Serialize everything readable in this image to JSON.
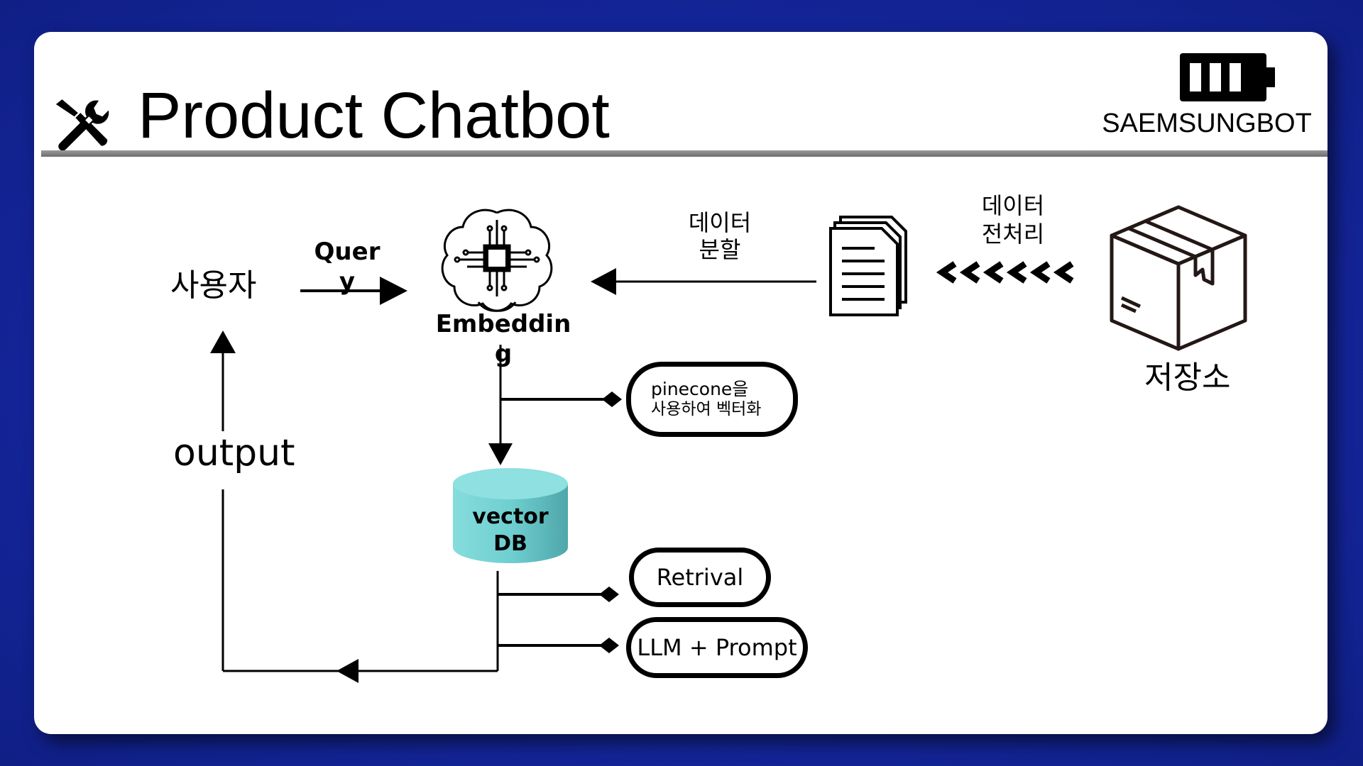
{
  "header": {
    "title": "Product Chatbot",
    "brand_name": "SAEMSUNGBOT",
    "icons": [
      "tools-icon",
      "battery-icon"
    ]
  },
  "nodes": {
    "user": "사용자",
    "query_line1": "Quer",
    "query_line2": "y",
    "embedding_line1": "Embeddin",
    "embedding_line2": "g",
    "data_split_line1": "데이터",
    "data_split_line2": "분할",
    "preprocess_line1": "데이터",
    "preprocess_line2": "전처리",
    "storage": "저장소",
    "output": "output",
    "vector_db_line1": "vector",
    "vector_db_line2": "DB"
  },
  "callouts": {
    "pinecone_line1": "pinecone을",
    "pinecone_line2": "사용하여 벡터화",
    "retrival": "Retrival",
    "llm_prompt": "LLM + Prompt"
  },
  "colors": {
    "background": "#14259a",
    "cylinder": "#6fcfd0",
    "divider": "#7f7f7f"
  }
}
